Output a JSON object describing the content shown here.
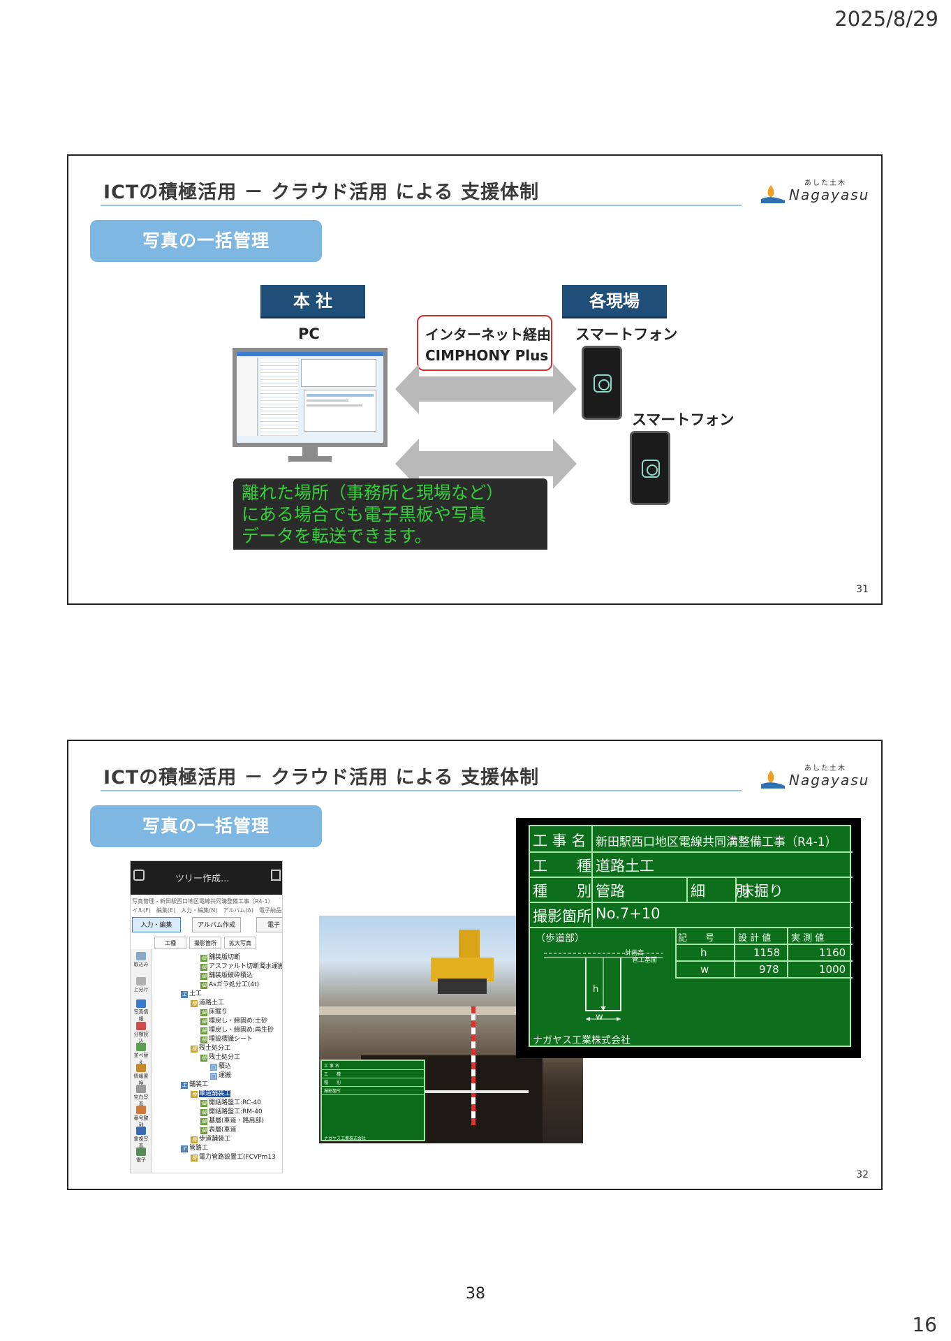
{
  "page": {
    "date": "2025/8/29",
    "center_number": "38",
    "corner_number": "16"
  },
  "slide1": {
    "title": "ICTの積極活用 － クラウド活用 による 支援体制",
    "tag": "写真の一括管理",
    "logo_sub": "あした土木",
    "logo_main": "Nagayasu",
    "head_office_label": "本 社",
    "pc_label": "PC",
    "sites_label": "各現場",
    "via_line1": "インターネット経由",
    "via_line2": "CIMPHONY Plus",
    "phone1_label": "スマートフォン",
    "phone2_label": "スマートフォン",
    "note_lines": [
      "離れた場所（事務所と現場など）",
      "にある場合でも電子黒板や写真",
      "データを転送できます。"
    ],
    "slide_number": "31",
    "colors": {
      "tag": "#7fb7e3",
      "label": "#1f4e79",
      "via_border": "#d43030",
      "note_text": "#33d03a"
    }
  },
  "slide2": {
    "title": "ICTの積極活用 － クラウド活用 による 支援体制",
    "tag": "写真の一括管理",
    "logo_sub": "あした土木",
    "logo_main": "Nagayasu",
    "slide_number": "32",
    "app": {
      "top_title": "ツリー作成...",
      "line1": "写真管理 - 新田駅西口地区電線共同溝整備工事（R4-1）",
      "line2": "イル(F)　編集(E)　入力・編集(N)　アルバム(A)　電子納品(X",
      "tabs": [
        "入力・編集",
        "アルバム作成",
        "電子"
      ],
      "subtabs": [
        "工種",
        "撮影箇所",
        "拡大写真"
      ],
      "side_items": [
        "取込み",
        "上分け",
        "写真情報",
        "分類読込",
        "並べ替え",
        "情報置換",
        "空白写真",
        "番号整列",
        "重複写真",
        "電子"
      ],
      "tree": [
        "舗装版切断",
        "アスファルト切断濁水運搬・",
        "舗装版破砕積込",
        "Asガラ処分工(4t)",
        "土工",
        "道路土工",
        "床掘り",
        "埋戻し・締固め:土砂",
        "埋戻し・締固め:再生砂",
        "埋設標識シート",
        "残土処分工",
        "残土処分工",
        "積込",
        "運搬",
        "舗装工",
        "車道舗装工",
        "開話路盤工:RC-40",
        "開話路盤工:RM-40",
        "基層(車道・路肩部)",
        "表層(車道",
        "歩道舗装工",
        "管路工",
        "電力管路設置工(FCVPm13"
      ]
    },
    "board": {
      "row1_label": "工 事 名",
      "row1_value": "新田駅西口地区電線共同溝整備工事（R4-1）",
      "row2_label": "工　　種",
      "row2_value": "道路土工",
      "row3_label": "種　　別",
      "row3_value": "管路",
      "row3_label2": "細　　別",
      "row3_value2": "床掘り",
      "row4_label": "撮影箇所",
      "row4_value": "No.7+10",
      "sketch_label": "（歩道部）",
      "sketch_note": "計画高",
      "sketch_note2": "管工基面",
      "sketch_h": "h",
      "sketch_w": "w",
      "table_headers": [
        "記　　号",
        "設 計 値",
        "実 測 値"
      ],
      "table_rows": [
        {
          "symbol": "h",
          "design": "1158",
          "actual": "1160"
        },
        {
          "symbol": "w",
          "design": "978",
          "actual": "1000"
        }
      ],
      "company": "ナガヤス工業株式会社",
      "colors": {
        "board": "#0d6e1b",
        "lines": "#a8e8ab"
      }
    }
  }
}
